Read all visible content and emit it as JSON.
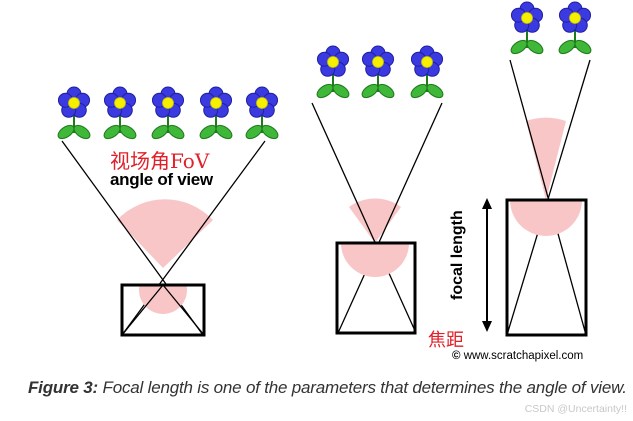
{
  "labels": {
    "fov_zh": "视场角FoV",
    "angle_of_view": "angle of view",
    "focal_length": "focal length",
    "focal_zh": "焦距",
    "credit": "www.scratchapixel.com",
    "credit_symbol": "©"
  },
  "caption": {
    "prefix": "Figure 3:",
    "text": " Focal length is one of the parameters that determines the angle of view."
  },
  "watermark": "CSDN @Uncertainty!!",
  "colors": {
    "petal": "#3a3ae0",
    "petal_stroke": "#1f1fa0",
    "flower_center": "#f4f000",
    "leaf": "#3fb83a",
    "leaf_stroke": "#1f7a1c",
    "fov_wedge": "#f9c6c8",
    "accent_red": "#e0202a"
  }
}
